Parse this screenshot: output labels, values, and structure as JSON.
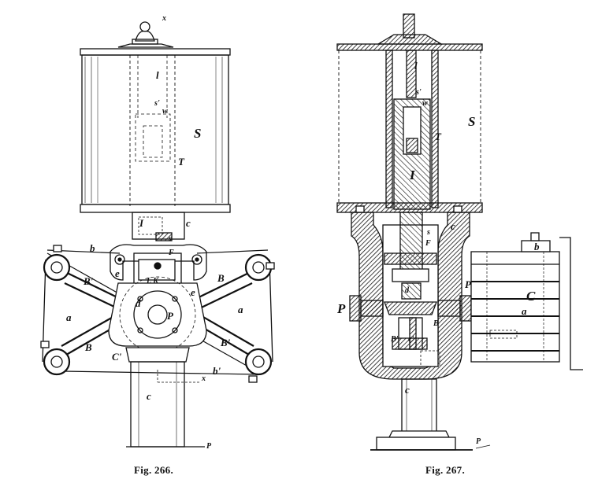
{
  "figures": [
    {
      "caption": "Fig. 266.",
      "labels": {
        "x_top": "x",
        "l": "l",
        "s_prime": "s'",
        "w": "w",
        "S": "S",
        "T": "T",
        "I": "I",
        "c_upper": "c",
        "s": "s",
        "b": "b",
        "F": "F",
        "e_left": "e",
        "B_prime_left": "B'",
        "B_right": "B",
        "L_K": "L K",
        "e_right": "e",
        "d": "d",
        "P": "P",
        "a_left": "a",
        "a_right": "a",
        "B_left": "B",
        "B_prime_right": "B'",
        "C_prime": "C'",
        "b_prime": "b'",
        "x_bottom": "x",
        "c_lower": "c",
        "P_base": "P"
      }
    },
    {
      "caption": "Fig. 267.",
      "labels": {
        "l": "l",
        "s_prime": "s'",
        "w": "w",
        "S": "S",
        "T": "T",
        "I": "I",
        "s": "s",
        "F": "F",
        "c_upper": "c",
        "b": "b",
        "P_right": "P",
        "C": "C",
        "d": "d",
        "P_left": "P",
        "a": "a",
        "B": "B",
        "B_prime": "B'",
        "e_prime": "e'",
        "c_lower": "c",
        "P_base": "P"
      }
    }
  ]
}
